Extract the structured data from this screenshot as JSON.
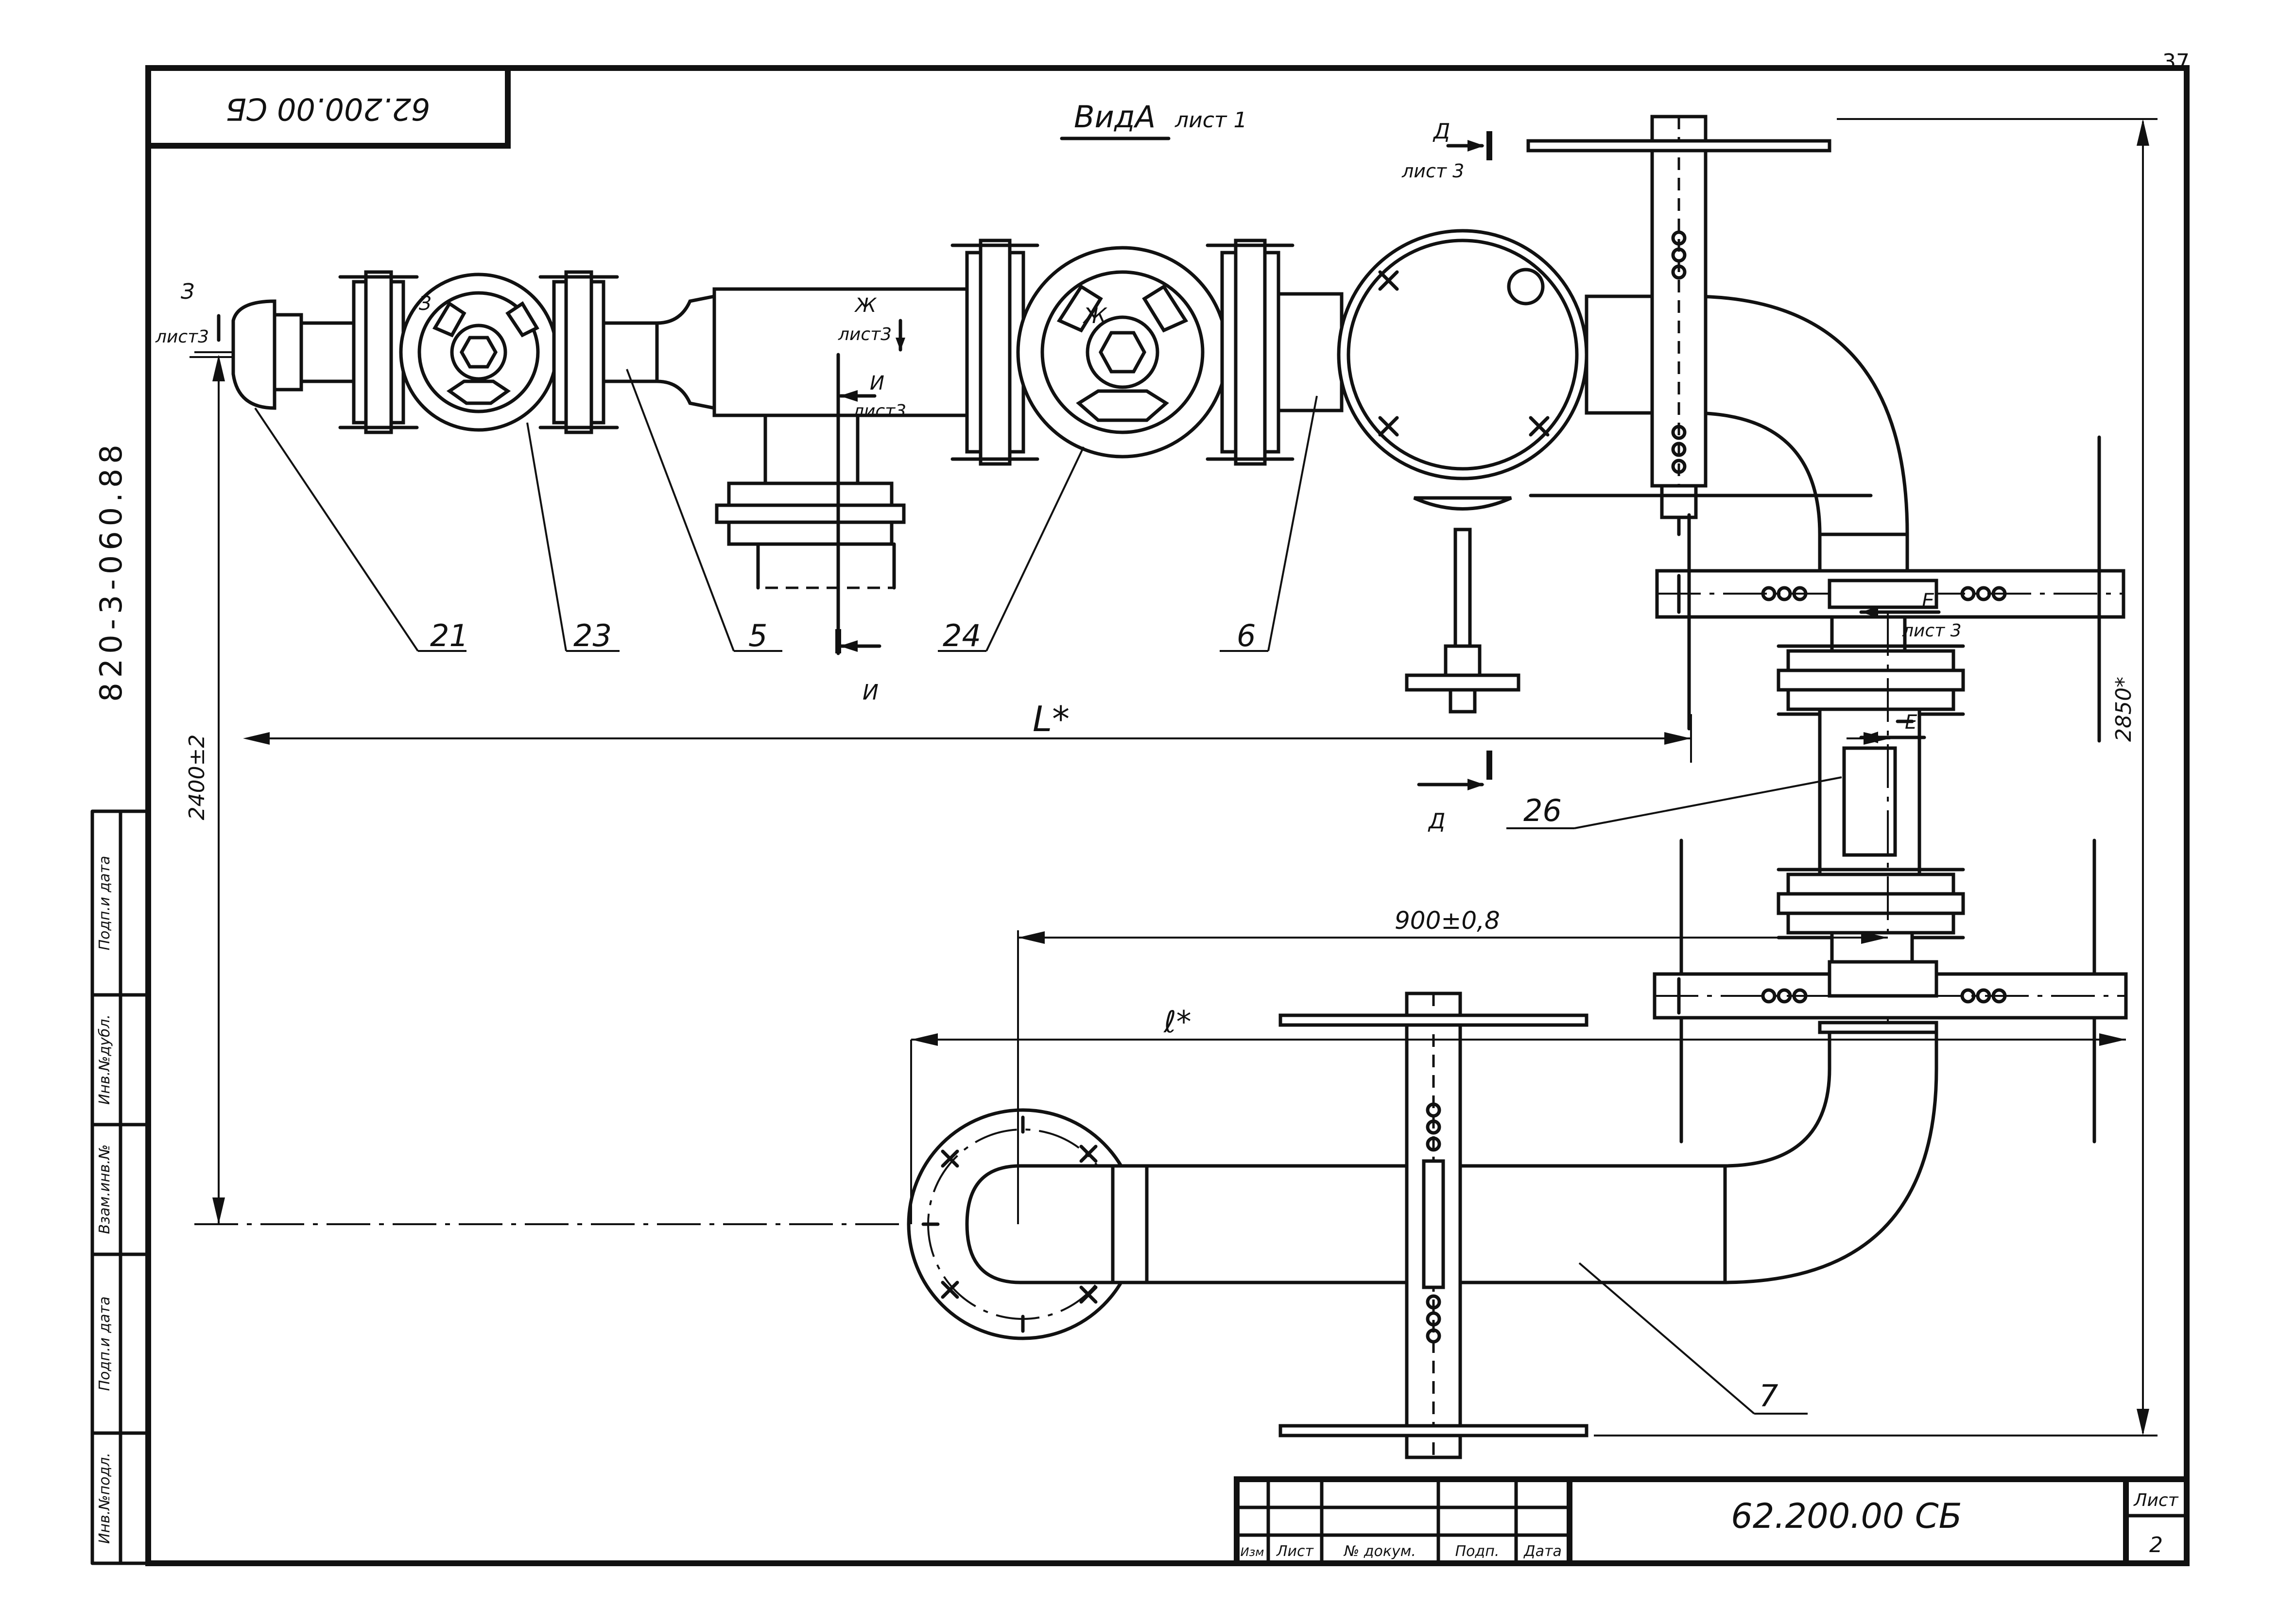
{
  "page": {
    "number": "37",
    "document_code": "62.200.00 CБ",
    "document_code_mirrored": "62.200.00 CБ",
    "series_code": "820-3-060.88"
  },
  "view": {
    "title": "ВидА",
    "sheet_ref": "лист 1"
  },
  "section_marks": {
    "d_letter": "Д",
    "e_letter": "Е",
    "zh_letter": "Ж",
    "z_letter": "З",
    "i_letter": "И",
    "sheet_ref": "лист3",
    "sheet_ref_spaced": "лист 3"
  },
  "dimensions": {
    "L": "L*",
    "l": "ℓ*",
    "d2400": "2400±2",
    "d2850": "2850*",
    "d900": "900±0,8"
  },
  "callouts": [
    "21",
    "23",
    "5",
    "24",
    "6",
    "26",
    "7"
  ],
  "left_strip": {
    "cells": [
      "Инв.№подл.",
      "Подп.и дата",
      "Взам.инв.№",
      "Инв.№дубл.",
      "Подп.и дата"
    ]
  },
  "title_block": {
    "headers": [
      "Изм",
      "Лист",
      "№ докум.",
      "Подп.",
      "Дата"
    ],
    "sheet_label": "Лист",
    "sheet_number": "2"
  }
}
